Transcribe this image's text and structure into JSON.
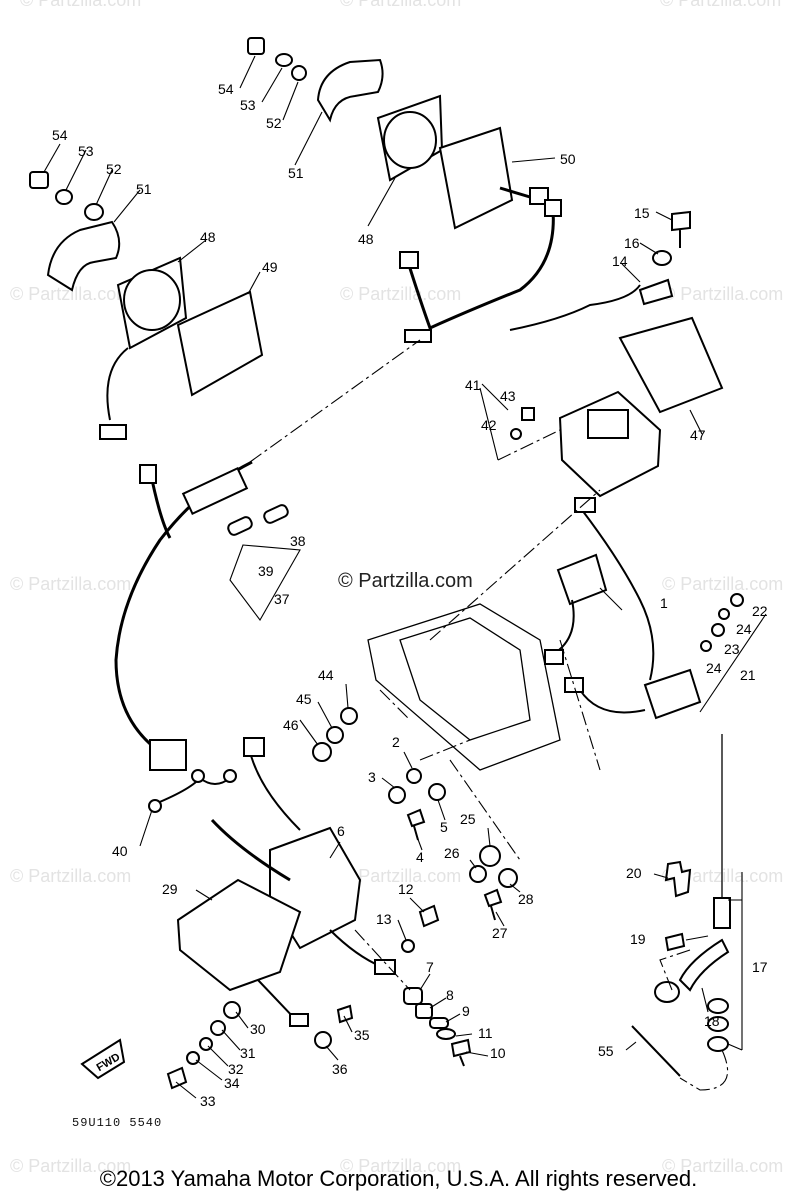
{
  "watermark": "© Partzilla.com",
  "center_watermark": "© Partzilla.com",
  "diagram_code": "59U110 5540",
  "copyright": "©2013 Yamaha Motor Corporation, U.S.A. All rights reserved.",
  "arrow_label": "FWD",
  "callouts": [
    "1",
    "2",
    "3",
    "4",
    "5",
    "6",
    "7",
    "8",
    "9",
    "10",
    "11",
    "12",
    "13",
    "14",
    "15",
    "16",
    "17",
    "18",
    "19",
    "20",
    "21",
    "22",
    "23",
    "24",
    "25",
    "26",
    "27",
    "28",
    "29",
    "30",
    "31",
    "32",
    "33",
    "34",
    "35",
    "36",
    "37",
    "38",
    "39",
    "40",
    "41",
    "42",
    "43",
    "44",
    "45",
    "46",
    "47",
    "48",
    "49",
    "50",
    "51",
    "52",
    "53",
    "54",
    "55"
  ]
}
